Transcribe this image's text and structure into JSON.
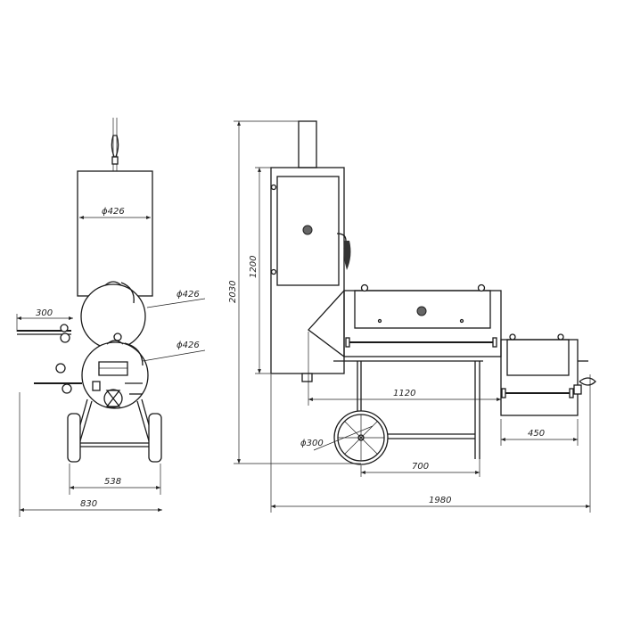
{
  "dimensions": {
    "front_pipe_diameter": "ϕ426",
    "front_chamber_top_diameter": "ϕ426",
    "front_chamber_bottom_diameter": "ϕ426",
    "front_shelf_length": "300",
    "front_wheelbase": "538",
    "front_total_width": "830",
    "side_total_height": "2030",
    "side_cabinet_height": "1200",
    "side_chamber_length": "1120",
    "side_firebox_length": "450",
    "side_wheel_diameter": "ϕ300",
    "side_frame_length": "700",
    "side_total_length": "1980"
  }
}
